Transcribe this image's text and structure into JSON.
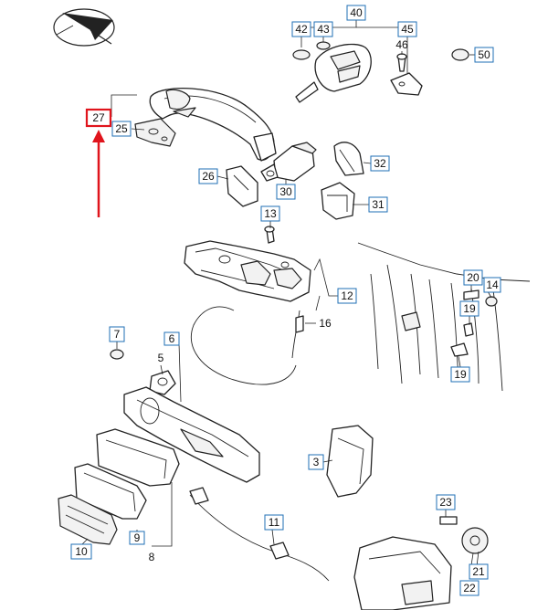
{
  "highlight_color": "#e0141c",
  "callout_color": "#1f6fb5",
  "icons": [
    "compass-arrow-icon"
  ],
  "callouts": {
    "c27": "27",
    "c25": "25",
    "c26": "26",
    "c30": "30",
    "c32": "32",
    "c31": "31",
    "c40": "40",
    "c42": "42",
    "c43": "43",
    "c45": "45",
    "c46": "46",
    "c50": "50",
    "c13": "13",
    "c12": "12",
    "c16": "16",
    "c20": "20",
    "c14": "14",
    "c19a": "19",
    "c19b": "19",
    "c7": "7",
    "c6": "6",
    "c5": "5",
    "c3": "3",
    "c9": "9",
    "c8": "8",
    "c10": "10",
    "c11": "11",
    "c23": "23",
    "c22": "22",
    "c21": "21"
  }
}
